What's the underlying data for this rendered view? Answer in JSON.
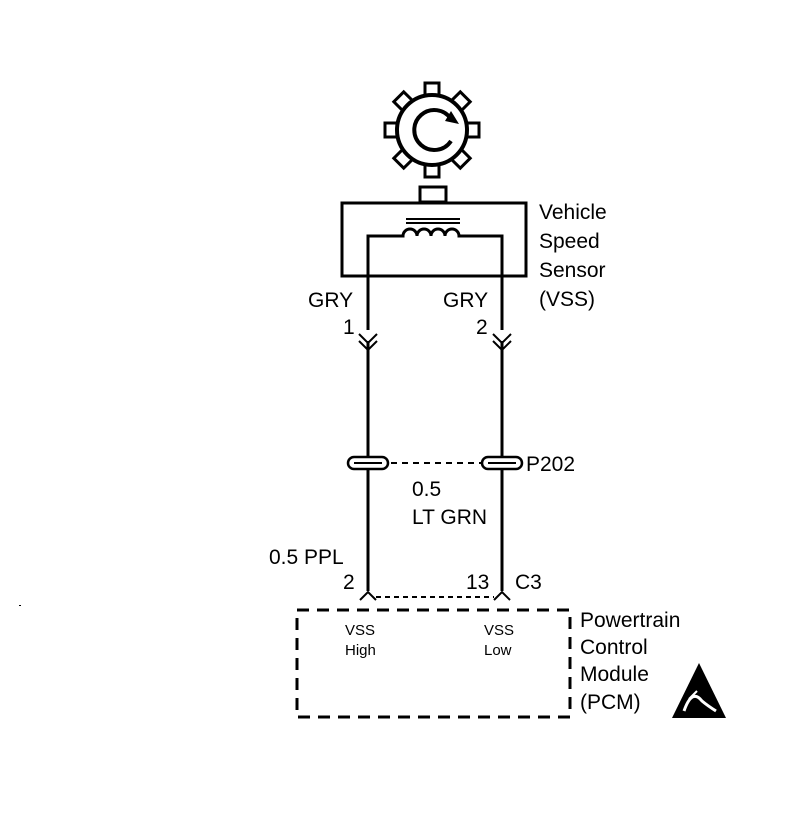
{
  "sensor": {
    "name_line1": "Vehicle",
    "name_line2": "Speed",
    "name_line3": "Sensor",
    "name_line4": "(VSS)"
  },
  "wires_upper": {
    "left": {
      "color": "GRY",
      "pin": "1"
    },
    "right": {
      "color": "GRY",
      "pin": "2"
    }
  },
  "splice": {
    "label": "P202",
    "wire_size": "0.5",
    "wire_color": "LT GRN"
  },
  "wires_lower": {
    "left_wire": "0.5 PPL",
    "left_pin": "2",
    "right_pin": "13",
    "connector": "C3"
  },
  "pcm": {
    "name_line1": "Powertrain",
    "name_line2": "Control",
    "name_line3": "Module",
    "name_line4": "(PCM)",
    "inputs": [
      {
        "line1": "VSS",
        "line2": "High"
      },
      {
        "line1": "VSS",
        "line2": "Low"
      }
    ]
  },
  "icons": {
    "rotation": "gear-rotation-icon",
    "esd": "esd-warning-icon"
  }
}
